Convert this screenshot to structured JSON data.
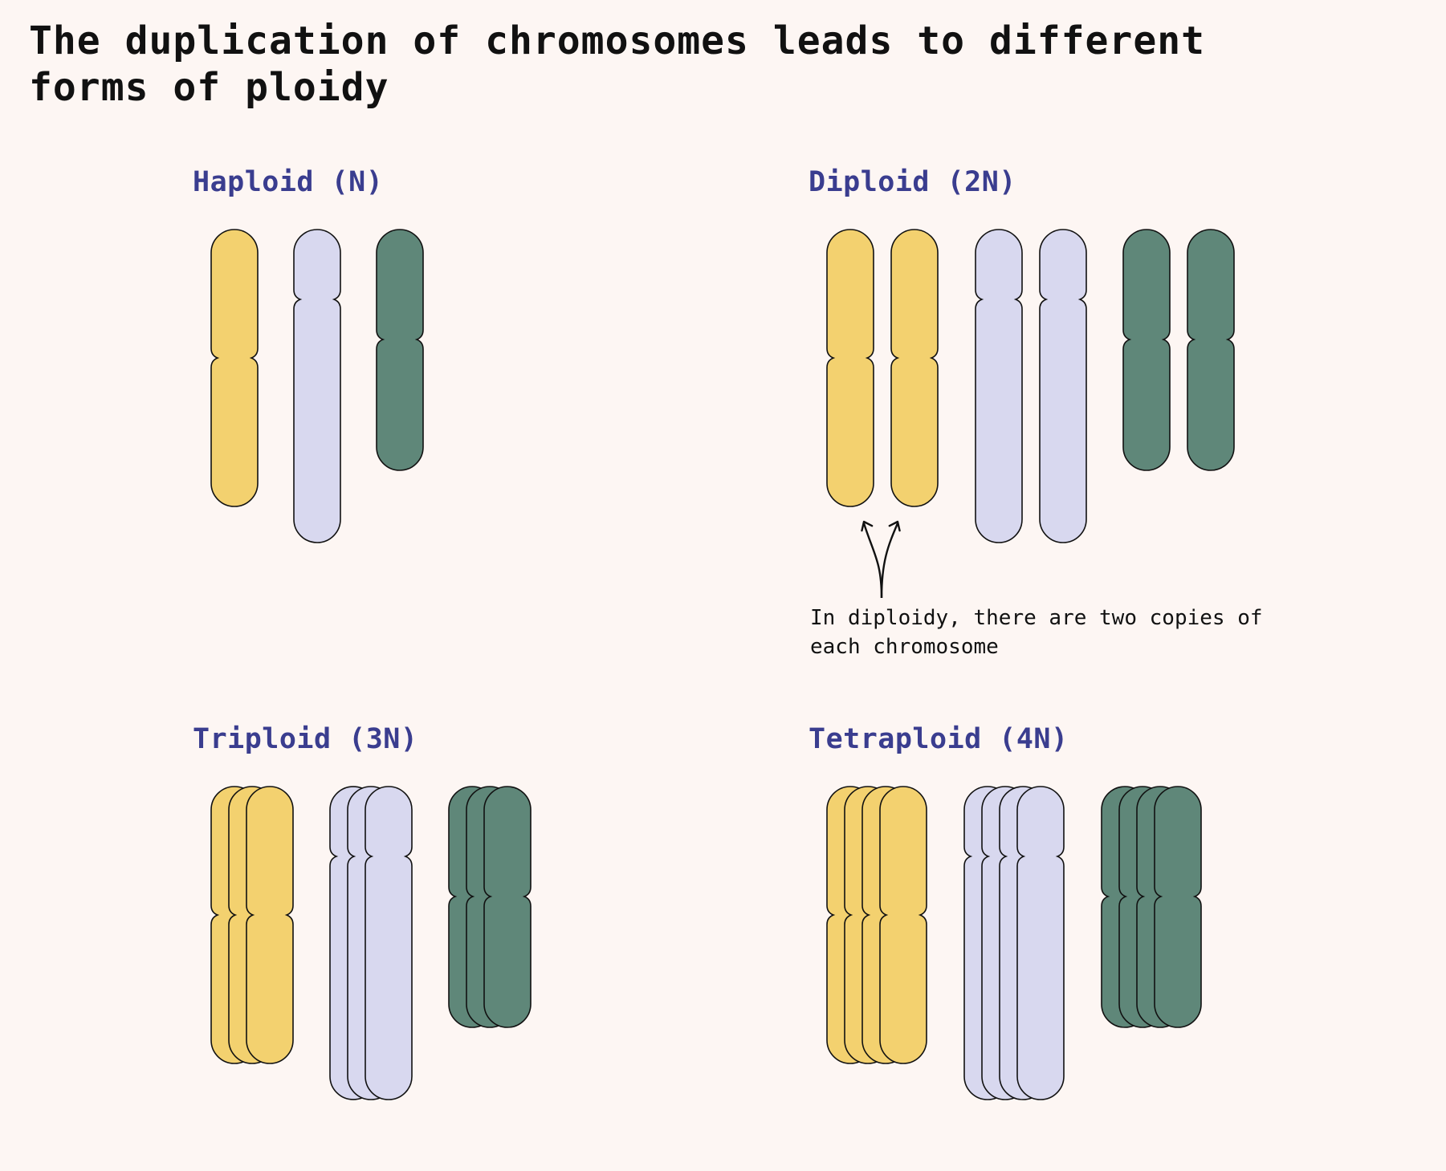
{
  "title": "The duplication of chromosomes leads to different forms of ploidy",
  "colors": {
    "background": "#fdf6f3",
    "heading": "#3a3d8f",
    "outline": "#111111",
    "chromosome_a": "#f3d16f",
    "chromosome_b": "#d8d8ef",
    "chromosome_c": "#5f8779"
  },
  "chromosome_types": [
    {
      "name": "chromosome-a",
      "color_key": "chromosome_a"
    },
    {
      "name": "chromosome-b",
      "color_key": "chromosome_b"
    },
    {
      "name": "chromosome-c",
      "color_key": "chromosome_c"
    }
  ],
  "panels": [
    {
      "id": "haploid",
      "title": "Haploid (N)",
      "copies": 1
    },
    {
      "id": "diploid",
      "title": "Diploid (2N)",
      "copies": 2
    },
    {
      "id": "triploid",
      "title": "Triploid (3N)",
      "copies": 3
    },
    {
      "id": "tetraploid",
      "title": "Tetraploid (4N)",
      "copies": 4
    }
  ],
  "annotation": {
    "text": "In diploidy, there are two copies of each chromosome",
    "target_panel": "diploid",
    "icon": "curved-arrows-icon"
  }
}
